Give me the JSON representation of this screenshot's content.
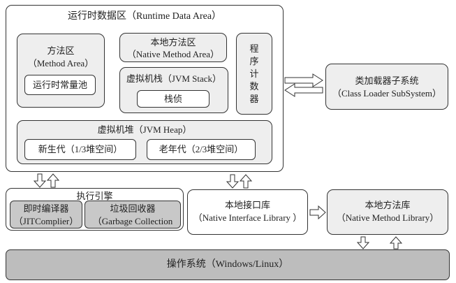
{
  "runtime": {
    "title": "运行时数据区（Runtime Data Area）",
    "method_area": {
      "title": "方法区",
      "subtitle": "（Method Area）",
      "pool": "运行时常量池"
    },
    "native_stack": {
      "title": "本地方法区",
      "subtitle": "（Native Method Area）"
    },
    "jvm_stack": {
      "title": "虚拟机栈（JVM Stack）",
      "frame": "栈侦"
    },
    "pc": {
      "chars": [
        "程",
        "序",
        "计",
        "数",
        "器"
      ]
    },
    "heap": {
      "title": "虚拟机堆（JVM Heap）",
      "young": "新生代（1/3堆空间）",
      "old": "老年代（2/3堆空间）"
    }
  },
  "class_loader": {
    "title": "类加载器子系统",
    "subtitle": "（Class Loader SubSystem）"
  },
  "engine": {
    "title": "执行引擎",
    "jit": {
      "title": "即时编译器",
      "subtitle": "（JITComplier）"
    },
    "gc": {
      "title": "垃圾回收器",
      "subtitle": "（Garbage Collection"
    }
  },
  "jni": {
    "title": "本地接口库",
    "subtitle": "（Native Interface Library ）"
  },
  "native_lib": {
    "title": "本地方法库",
    "subtitle": "（Native Method Library）"
  },
  "os": {
    "title": "操作系统（Windows/Linux）"
  }
}
